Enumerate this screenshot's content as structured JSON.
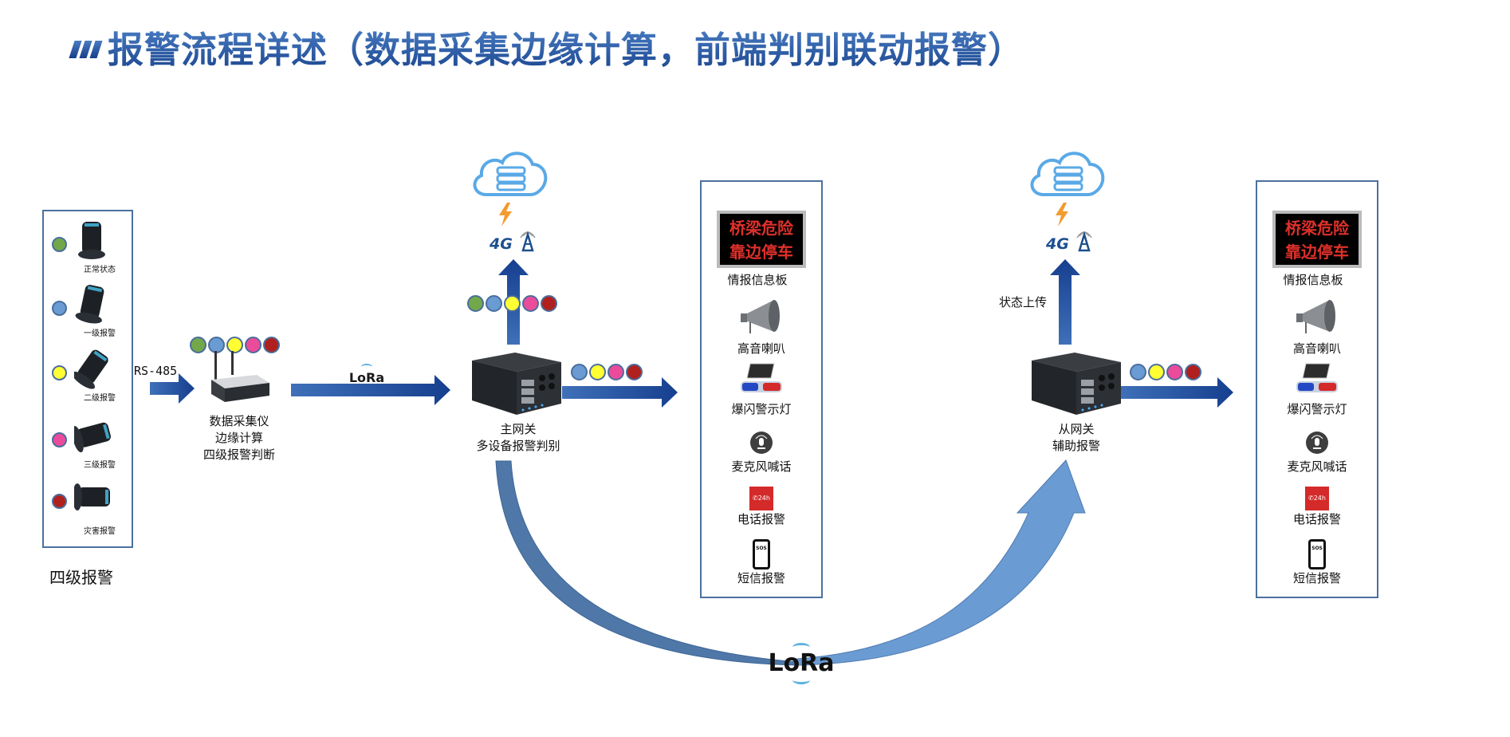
{
  "title": "报警流程详述（数据采集边缘计算，前端判别联动报警）",
  "colors": {
    "green": "#72a84a",
    "blue": "#6a9bd3",
    "yellow": "#ffff33",
    "pink": "#ea4b9b",
    "red": "#b0201e",
    "arrow_dark": "#1f4e9a",
    "arrow_light": "#6a9bd3"
  },
  "sensor_panel": {
    "caption": "四级报警",
    "levels": [
      {
        "label": "正常状态",
        "color": "green"
      },
      {
        "label": "一级报警",
        "color": "blue"
      },
      {
        "label": "二级报警",
        "color": "yellow"
      },
      {
        "label": "三级报警",
        "color": "pink"
      },
      {
        "label": "灾害报警",
        "color": "red"
      }
    ]
  },
  "links": {
    "rs485": "RS-485",
    "lora": "LoRa",
    "net_4g": "4G",
    "status_upload": "状态上传"
  },
  "collector": {
    "lines": [
      "数据采集仪",
      "边缘计算",
      "四级报警判断"
    ],
    "signal_colors": [
      "green",
      "blue",
      "yellow",
      "pink",
      "red"
    ]
  },
  "main_gateway": {
    "lines": [
      "主网关",
      "多设备报警判别"
    ],
    "upload_colors": [
      "green",
      "blue",
      "yellow",
      "pink",
      "red"
    ],
    "output_colors": [
      "blue",
      "yellow",
      "pink",
      "red"
    ]
  },
  "sub_gateway": {
    "lines": [
      "从网关",
      "辅助报警"
    ],
    "output_colors": [
      "blue",
      "yellow",
      "pink",
      "red"
    ]
  },
  "output_panel": {
    "sign_text": [
      "桥梁危险",
      "靠边停车"
    ],
    "items": [
      {
        "label": "情报信息板",
        "icon": "led-sign-icon"
      },
      {
        "label": "高音喇叭",
        "icon": "horn-speaker-icon"
      },
      {
        "label": "爆闪警示灯",
        "icon": "strobe-light-icon"
      },
      {
        "label": "麦克风喊话",
        "icon": "microphone-icon"
      },
      {
        "label": "电话报警",
        "icon": "phone-24h-icon"
      },
      {
        "label": "短信报警",
        "icon": "sms-sos-icon"
      }
    ],
    "phone_badge": "24h",
    "sms_badge": "SOS"
  }
}
